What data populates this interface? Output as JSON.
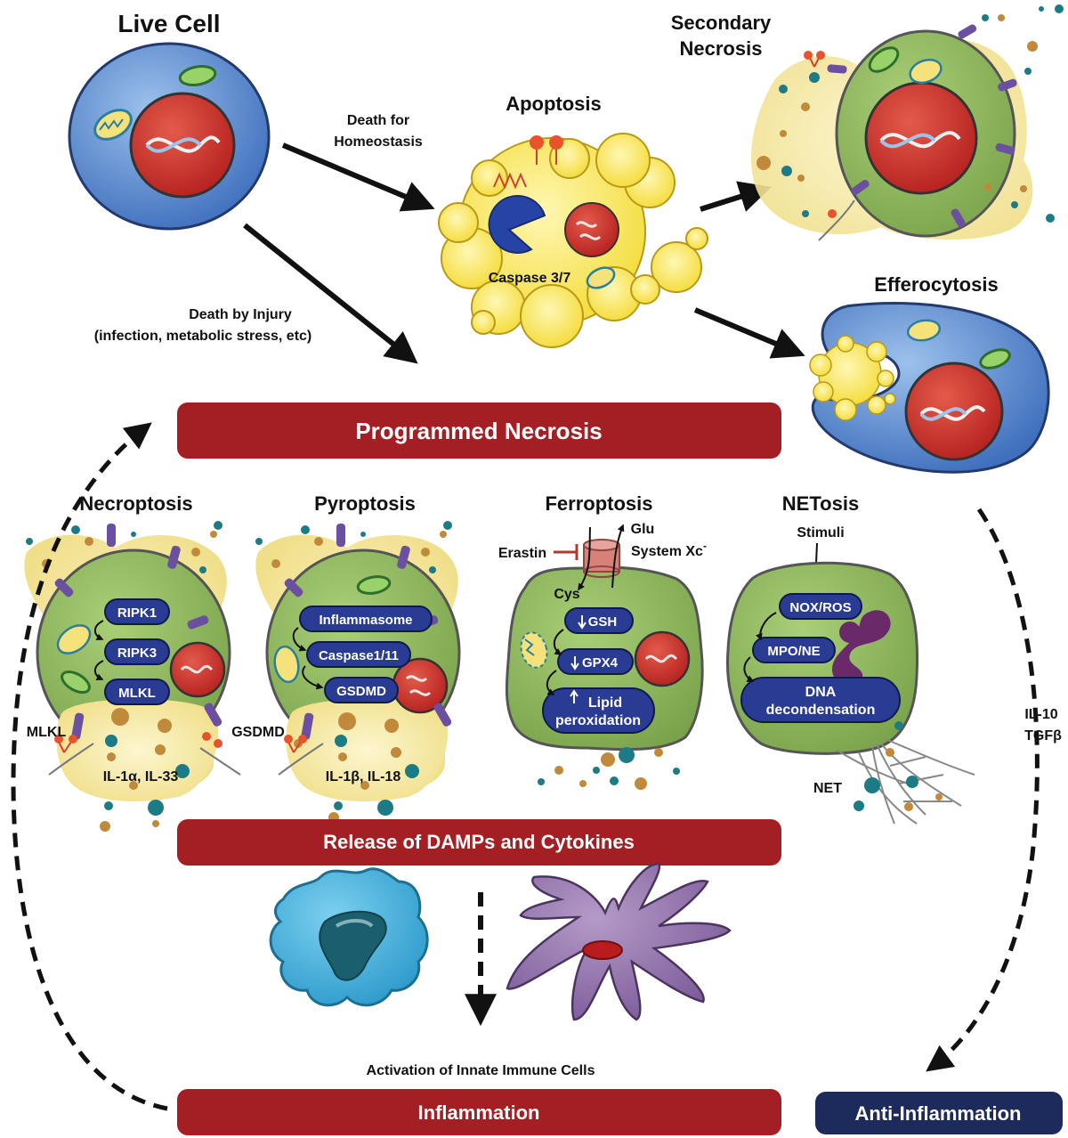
{
  "titles": {
    "live_cell": "Live Cell",
    "apoptosis": "Apoptosis",
    "secondary_necrosis_1": "Secondary",
    "secondary_necrosis_2": "Necrosis",
    "efferocytosis": "Efferocytosis",
    "necroptosis": "Necroptosis",
    "pyroptosis": "Pyroptosis",
    "ferroptosis": "Ferroptosis",
    "netosis": "NETosis"
  },
  "arrows": {
    "homeostasis_1": "Death for",
    "homeostasis_2": "Homeostasis",
    "injury_1": "Death by Injury",
    "injury_2": "(infection, metabolic stress, etc)"
  },
  "apoptosis": {
    "caspase": "Caspase 3/7"
  },
  "bars": {
    "programmed_necrosis": "Programmed Necrosis",
    "release": "Release of DAMPs and Cytokines",
    "inflammation": "Inflammation",
    "anti_inflammation": "Anti-Inflammation"
  },
  "necroptosis": {
    "steps": [
      "RIPK1",
      "RIPK3",
      "MLKL"
    ],
    "pore_label": "MLKL",
    "cytokines": "IL-1α, IL-33"
  },
  "pyroptosis": {
    "steps": [
      "Inflammasome",
      "Caspase1/11",
      "GSDMD"
    ],
    "pore_label": "GSDMD",
    "cytokines": "IL-1β, IL-18"
  },
  "ferroptosis": {
    "erastin": "Erastin",
    "glu": "Glu",
    "system": "System Xc",
    "system_sup": "-",
    "cys": "Cys",
    "steps": [
      "GSH",
      "GPX4",
      "Lipid",
      "peroxidation"
    ]
  },
  "netosis": {
    "stimuli": "Stimuli",
    "steps": [
      "NOX/ROS",
      "MPO/NE",
      "DNA",
      "decondensation"
    ],
    "net": "NET"
  },
  "side": {
    "il10": "IL-10",
    "tgfb": "TGFβ"
  },
  "bottom": {
    "activation": "Activation of Innate Immune Cells"
  },
  "colors": {
    "bar_red": "#a31f24",
    "bar_navy": "#1c2a5c",
    "pill_blue": "#2a3b93",
    "cell_green": "#8cb35c",
    "cell_blue": "#4d7ac4",
    "nucleus": "#c0282a",
    "yellow": "#f7e34f"
  }
}
